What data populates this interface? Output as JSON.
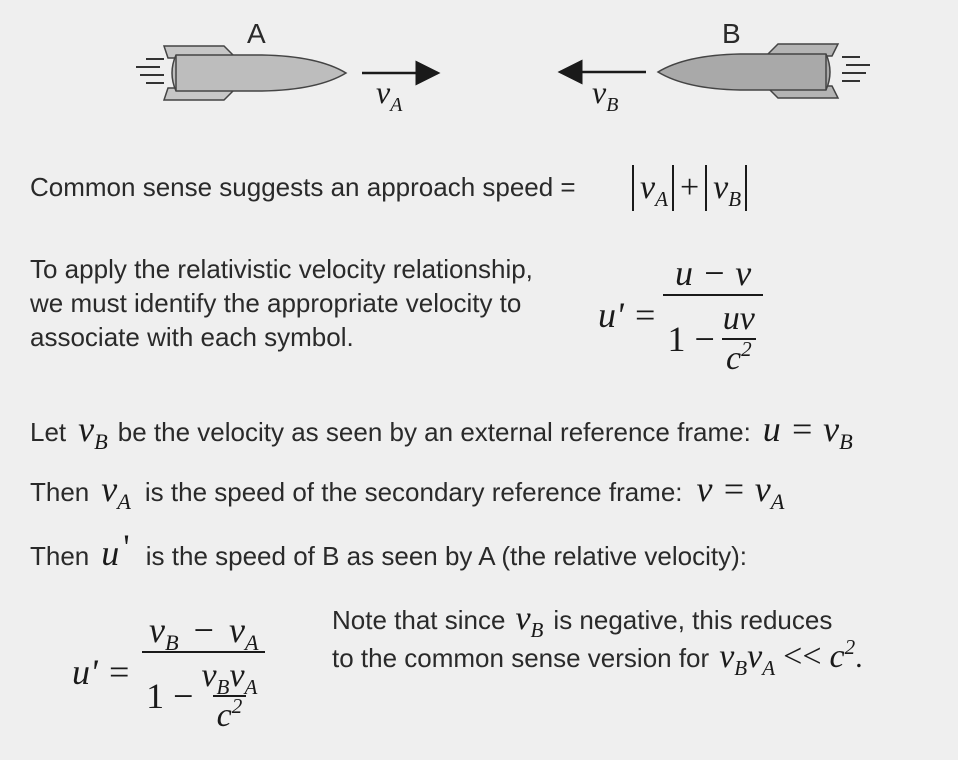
{
  "diagram": {
    "rocket_a_label": "A",
    "rocket_b_label": "B",
    "arrow_a_label": "v",
    "arrow_a_sub": "A",
    "arrow_b_label": "v",
    "arrow_b_sub": "B"
  },
  "common_sense": {
    "text": "Common sense suggests an approach speed =",
    "v": "v",
    "sub_a": "A",
    "plus": "+",
    "sub_b": "B"
  },
  "relativistic": {
    "line1": "To apply the relativistic velocity relationship,",
    "line2": "we must identify the appropriate velocity to",
    "line3": "associate with each symbol.",
    "lhs": "u' =",
    "numerator": "u − v",
    "den_one": "1 −",
    "den_num": "uv",
    "den_c": "c",
    "den_exp": "2"
  },
  "let_line": {
    "prefix": "Let",
    "v": "v",
    "sub": "B",
    "text": "be the velocity as seen by an external reference frame:",
    "eq": "u = v",
    "eq_sub": "B"
  },
  "then1": {
    "prefix": "Then",
    "v": "v",
    "sub": "A",
    "text": "is the speed of the secondary reference frame:",
    "eq": "v = v",
    "eq_sub": "A"
  },
  "then2": {
    "prefix": "Then",
    "sym": "u",
    "prime": "'",
    "text": "is the speed of B as seen by A (the relative velocity):"
  },
  "final_formula": {
    "lhs": "u' =",
    "v": "v",
    "sub_b": "B",
    "minus": "−",
    "sub_a": "A",
    "den_one": "1 −",
    "c": "c",
    "exp": "2"
  },
  "note": {
    "line1_a": "Note that since",
    "v": "v",
    "sub_b": "B",
    "line1_b": "is negative, this reduces",
    "line2_a": "to the common sense version for",
    "sub_a": "A",
    "ll": "<<",
    "c": "c",
    "exp": "2",
    "period": "."
  },
  "colors": {
    "background": "#efefef",
    "rocket_fill": "#bdbdbd",
    "rocket_b_fill": "#a9a9a9",
    "ink": "#1a1a1a"
  }
}
